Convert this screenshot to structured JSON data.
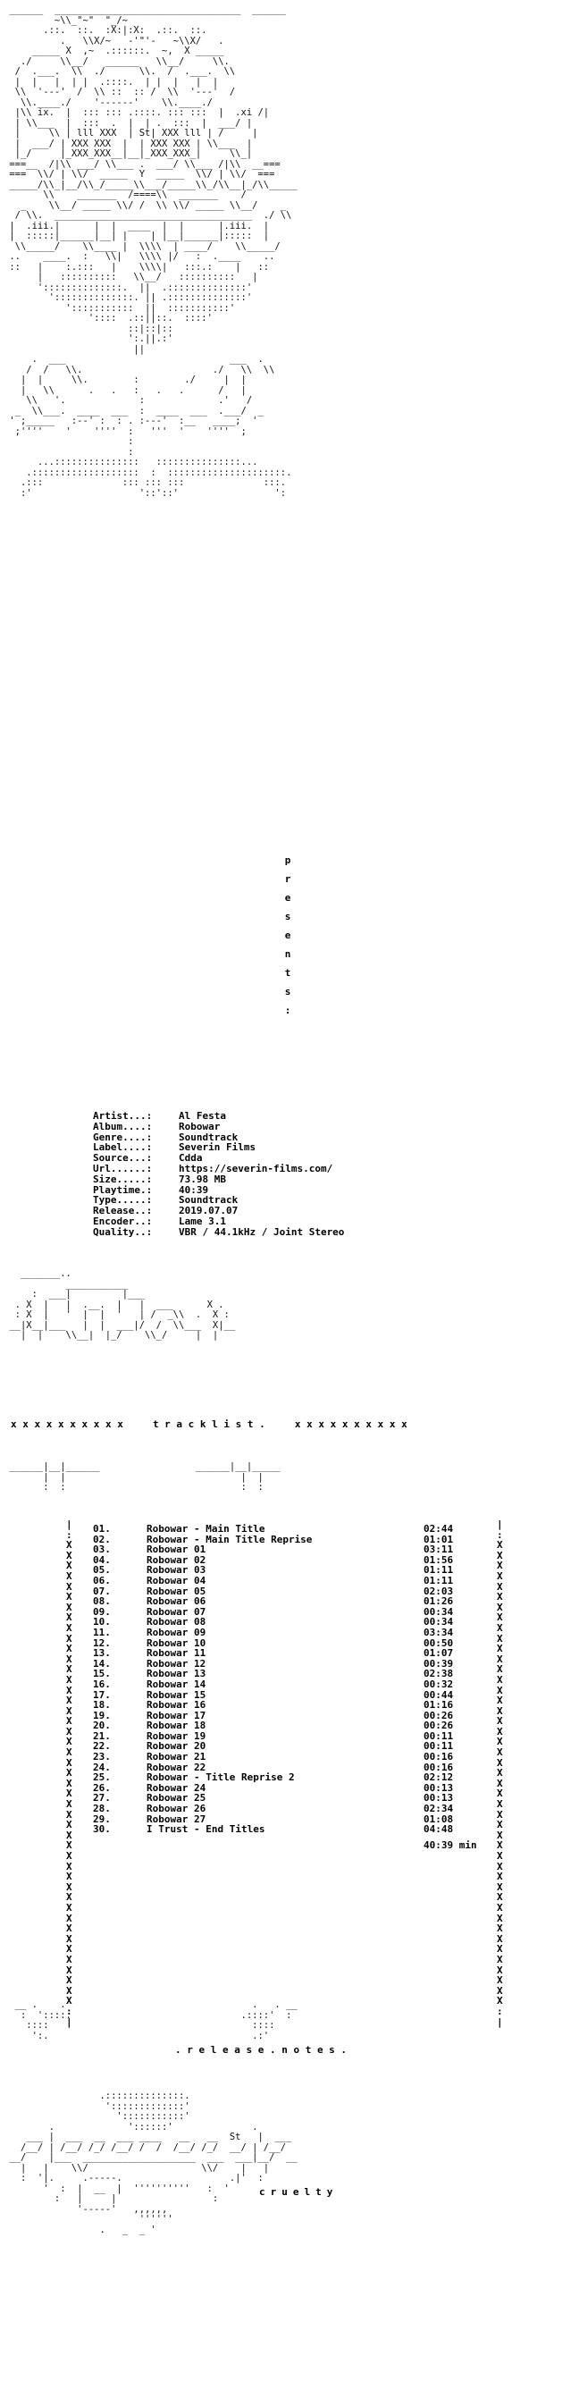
{
  "art": {
    "top": " ______  _________________________________  ______\n         ~\\\\_\"~\"  \"_/~       \n       .::.  ::.  :X:|:X:  .::.  ::.\n          .   \\\\X/~   -'\"'-   ~\\\\X/   .\n     _____ X  ,~  .::::::.  ~,  X _____\n   ./     \\\\__/   ______   \\\\__/     \\\\.\n  /  .___.  \\\\  ./      \\\\.  /  .___.  \\\\\n  |  |   |  | |  .::::.  | |  |   |  |\n  \\\\  '---'  /  \\\\ ::  :: /  \\\\  '---'  /\n   \\\\.____./    '------'    \\\\.____./\n  |\\\\ ix.  |  ::: ::: .::::. ::: :::  |  .xi /|\n  | \\\\___  |  :::  .  |  | .  :::  |  ___/ |\n  |     \\\\ | lll XXX  | St| XXX lll | /     |\n  |  ___/ | XXX XXX  |  | XXX XXX | \\\\___  |\n  |_/     |_XXX_XXX__|__|_XXX_XXX_|     \\\\_|\n ===__  /|\\\\ ___/ \\\\___ .  ___/ \\\\___ /|\\\\  __===\n ===  \\\\/ | \\\\/  _____  Y  _____  \\\\/ | \\\\/  ===\n _____/\\\\_|__/\\\\_/_____\\\\___/_____\\\\_/\\\\__|_/\\\\_____\n       \\\\    _______  /====\\\\  _______    /\n   _    \\\\__/ _____ \\\\/ /  \\\\ \\\\/ _____ \\\\__/    _\n  / \\\\.  ___________________________________  ./ \\\\\n |  .iii.|      |  |  ____  |  |      |.iii.  |\n |  :::::|______|__| |    | |__|______|:::::  |\n  \\\\_____/    \\\\____ |  \\\\\\\\  | ____/    \\\\_____/\n ..    ____.  :   \\\\|   \\\\\\\\ |/   :  .____    ..\n ::   |    :.:::   |    \\\\\\\\|   :::.:    |   ::\n      |   ::::::::::   \\\\__/   ::::::::::   |\n      '::::::::::::::.  ||  .::::::::::::::'\n        '::::::::::::::. || .::::::::::::::'\n           ':::::::::::  ||  :::::::::::'\n               '::::  .::||::.  ::::'\n                      ::|::|::\n                      ':.||.:'\n                       ||\n     .  ___                             ___  .\n    /  /   \\\\.                       ./   \\\\  \\\\\n   |  |     \\\\.        :        ./     |  |\n   |   \\\\      .   .   :   .   .      /   |\n    \\\\   '.             :             .'   /\n  _  \\\\___.  ____  ___  :  ____  ___  .___/  _\n ' ;_____   :--' :  : . :---'  :__   ____;  '\n  ;''''    '    ''''  :   '''  '    ''''  ;\n                      :\n                      :\n      ...:::::::::::::::   :::::::::::::::...\n    .:::::::::::::::::::  :  :::::::::::::::::::::.\n   .:::              ::: ::: :::              :::.\n   :'                   '::'::'                 ':",
    "middle": "   _______..\n           ___________\n     :  ___|         |___\n  . X  |   |  .__.  |   |  ___      X .\n  : X  |   '  |  |  '   | /  _\\\\  .  X :\n __|X__|___   |  |  ___|/  /  \\\\___  X|__\n   |  |    \\\\__|  |_/    \\\\_/     |  |",
    "middle2": " ______|__|______                 ______|__|_____\n       |  |                               |  |\n       :  :                               :  :",
    "bottom": "  __ .    .                                 .   . __\n   :  '::::.                              .::::'  :\n    ::::                                    ::::\n     ':.                                    .:'",
    "footer": "                 .::::::::::::::.\n                  ':::::::::::::'\n                    ':::::::::::'\n        .             '::::::'              .\n    ___ |  ___  __  ___ ____   __   __  St   |  ___\n   /__/ | /__/ /_/ /__/ /  /  /__/ /_/  __/ | /__/\n __/    |___  ____________________  ___  ___|__/  __\n   |   |    \\\\/                    \\\\/    |   |\n   :  '|.     .-----.                   .|'  :\n       '  :  |  __  |  ''''''''''   :  '\n         :   |     |                 :\n             '-----'   ,,,,,,\n                        ''''''\n                 .   _  _ '"
  },
  "presents": [
    "p",
    "r",
    "e",
    "s",
    "e",
    "n",
    "t",
    "s",
    ":"
  ],
  "info": [
    {
      "label": "Artist...:",
      "value": "Al Festa"
    },
    {
      "label": "Album....:",
      "value": "Robowar"
    },
    {
      "label": "Genre....:",
      "value": "Soundtrack"
    },
    {
      "label": "Label....:",
      "value": "Severin Films"
    },
    {
      "label": "Source...:",
      "value": "Cdda"
    },
    {
      "label": "Url......:",
      "value": "https://severin-films.com/"
    },
    {
      "label": "Size.....:",
      "value": "73.98 MB"
    },
    {
      "label": "Playtime.:",
      "value": "40:39"
    },
    {
      "label": "Type.....:",
      "value": "Soundtrack"
    },
    {
      "label": "Release..:",
      "value": "2019.07.07"
    },
    {
      "label": "Encoder..:",
      "value": "Lame 3.1"
    },
    {
      "label": "Quality..:",
      "value": "VBR / 44.1kHz / Joint Stereo"
    }
  ],
  "tracklist_heading": "x x x x x x x x x x     t r a c k l i s t .     x x x x x x x x x x",
  "tracks": [
    {
      "num": "01.",
      "title": "Robowar - Main Title",
      "duration": "02:44"
    },
    {
      "num": "02.",
      "title": "Robowar - Main Title Reprise",
      "duration": "01:01"
    },
    {
      "num": "03.",
      "title": "Robowar 01",
      "duration": "03:11"
    },
    {
      "num": "04.",
      "title": "Robowar 02",
      "duration": "01:56"
    },
    {
      "num": "05.",
      "title": "Robowar 03",
      "duration": "01:11"
    },
    {
      "num": "06.",
      "title": "Robowar 04",
      "duration": "01:11"
    },
    {
      "num": "07.",
      "title": "Robowar 05",
      "duration": "02:03"
    },
    {
      "num": "08.",
      "title": "Robowar 06",
      "duration": "01:26"
    },
    {
      "num": "09.",
      "title": "Robowar 07",
      "duration": "00:34"
    },
    {
      "num": "10.",
      "title": "Robowar 08",
      "duration": "00:34"
    },
    {
      "num": "11.",
      "title": "Robowar 09",
      "duration": "03:34"
    },
    {
      "num": "12.",
      "title": "Robowar 10",
      "duration": "00:50"
    },
    {
      "num": "13.",
      "title": "Robowar 11",
      "duration": "01:07"
    },
    {
      "num": "14.",
      "title": "Robowar 12",
      "duration": "00:39"
    },
    {
      "num": "15.",
      "title": "Robowar 13",
      "duration": "02:38"
    },
    {
      "num": "16.",
      "title": "Robowar 14",
      "duration": "00:32"
    },
    {
      "num": "17.",
      "title": "Robowar 15",
      "duration": "00:44"
    },
    {
      "num": "18.",
      "title": "Robowar 16",
      "duration": "01:16"
    },
    {
      "num": "19.",
      "title": "Robowar 17",
      "duration": "00:26"
    },
    {
      "num": "20.",
      "title": "Robowar 18",
      "duration": "00:26"
    },
    {
      "num": "21.",
      "title": "Robowar 19",
      "duration": "00:11"
    },
    {
      "num": "22.",
      "title": "Robowar 20",
      "duration": "00:11"
    },
    {
      "num": "23.",
      "title": "Robowar 21",
      "duration": "00:16"
    },
    {
      "num": "24.",
      "title": "Robowar 22",
      "duration": "00:16"
    },
    {
      "num": "25.",
      "title": "Robowar - Title Reprise 2",
      "duration": "02:12"
    },
    {
      "num": "26.",
      "title": "Robowar 24",
      "duration": "00:13"
    },
    {
      "num": "27.",
      "title": "Robowar 25",
      "duration": "00:13"
    },
    {
      "num": "28.",
      "title": "Robowar 26",
      "duration": "02:34"
    },
    {
      "num": "29.",
      "title": "Robowar 27",
      "duration": "01:08"
    },
    {
      "num": "30.",
      "title": "I Trust - End Titles",
      "duration": "04:48"
    }
  ],
  "total_time": "40:39 min",
  "release_notes_heading": ". r e l e a s e . n o t e s .",
  "group_name": "cruelty"
}
